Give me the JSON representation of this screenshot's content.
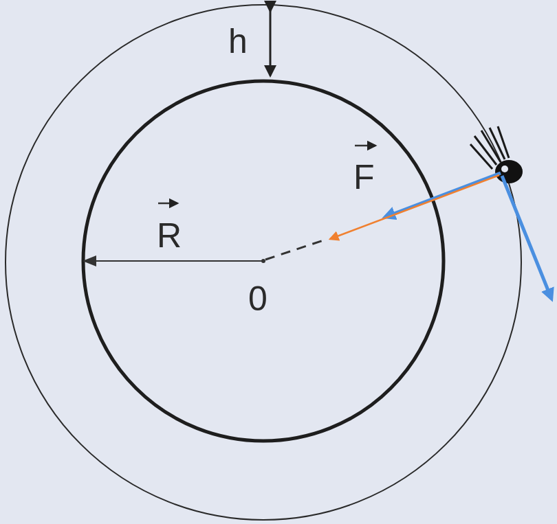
{
  "diagram": {
    "labels": [
      "h",
      "R",
      "F",
      "0"
    ]
  }
}
